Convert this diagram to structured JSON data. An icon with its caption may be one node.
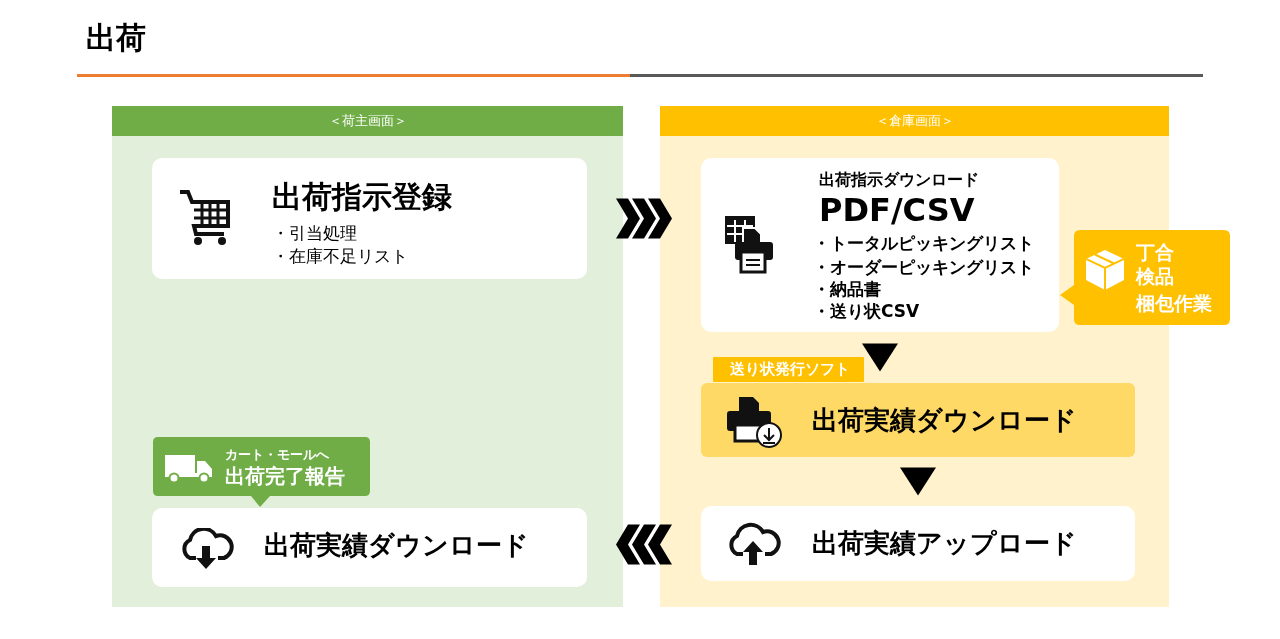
{
  "diagram": {
    "title": "出荷",
    "nodes": [
      {
        "text": [
          "＜荷主画面＞"
        ]
      },
      {
        "text": [
          "出荷指示登録",
          "・引当処理",
          "・在庫不足リスト"
        ],
        "in": 0
      },
      {
        "text": [
          "カート・モールへ",
          "出荷完了報告"
        ],
        "in": 0
      },
      {
        "text": [
          "出荷実績ダウンロード"
        ],
        "in": 0
      },
      {
        "text": [
          "＜倉庫画面＞"
        ]
      },
      {
        "text": [
          "出荷指示ダウンロード",
          "PDF/CSV",
          "・トータルピッキングリスト",
          "・オーダーピッキングリスト",
          "・納品書",
          "・送り状CSV"
        ],
        "in": 4
      },
      {
        "text": [
          "丁合",
          "検品",
          "梱包作業"
        ]
      },
      {
        "text": [
          "送り状発行ソフト"
        ],
        "in": 4
      },
      {
        "text": [
          "出荷実績ダウンロード"
        ],
        "in": 4
      },
      {
        "text": [
          "出荷実績アップロード"
        ],
        "in": 4
      }
    ],
    "edges": [
      {
        "from": 1,
        "to": 5,
        "arrow": "to"
      },
      {
        "from": 5,
        "to": 8,
        "arrow": "to"
      },
      {
        "from": 8,
        "to": 9,
        "arrow": "to"
      },
      {
        "from": 9,
        "to": 3,
        "arrow": "to"
      }
    ]
  }
}
